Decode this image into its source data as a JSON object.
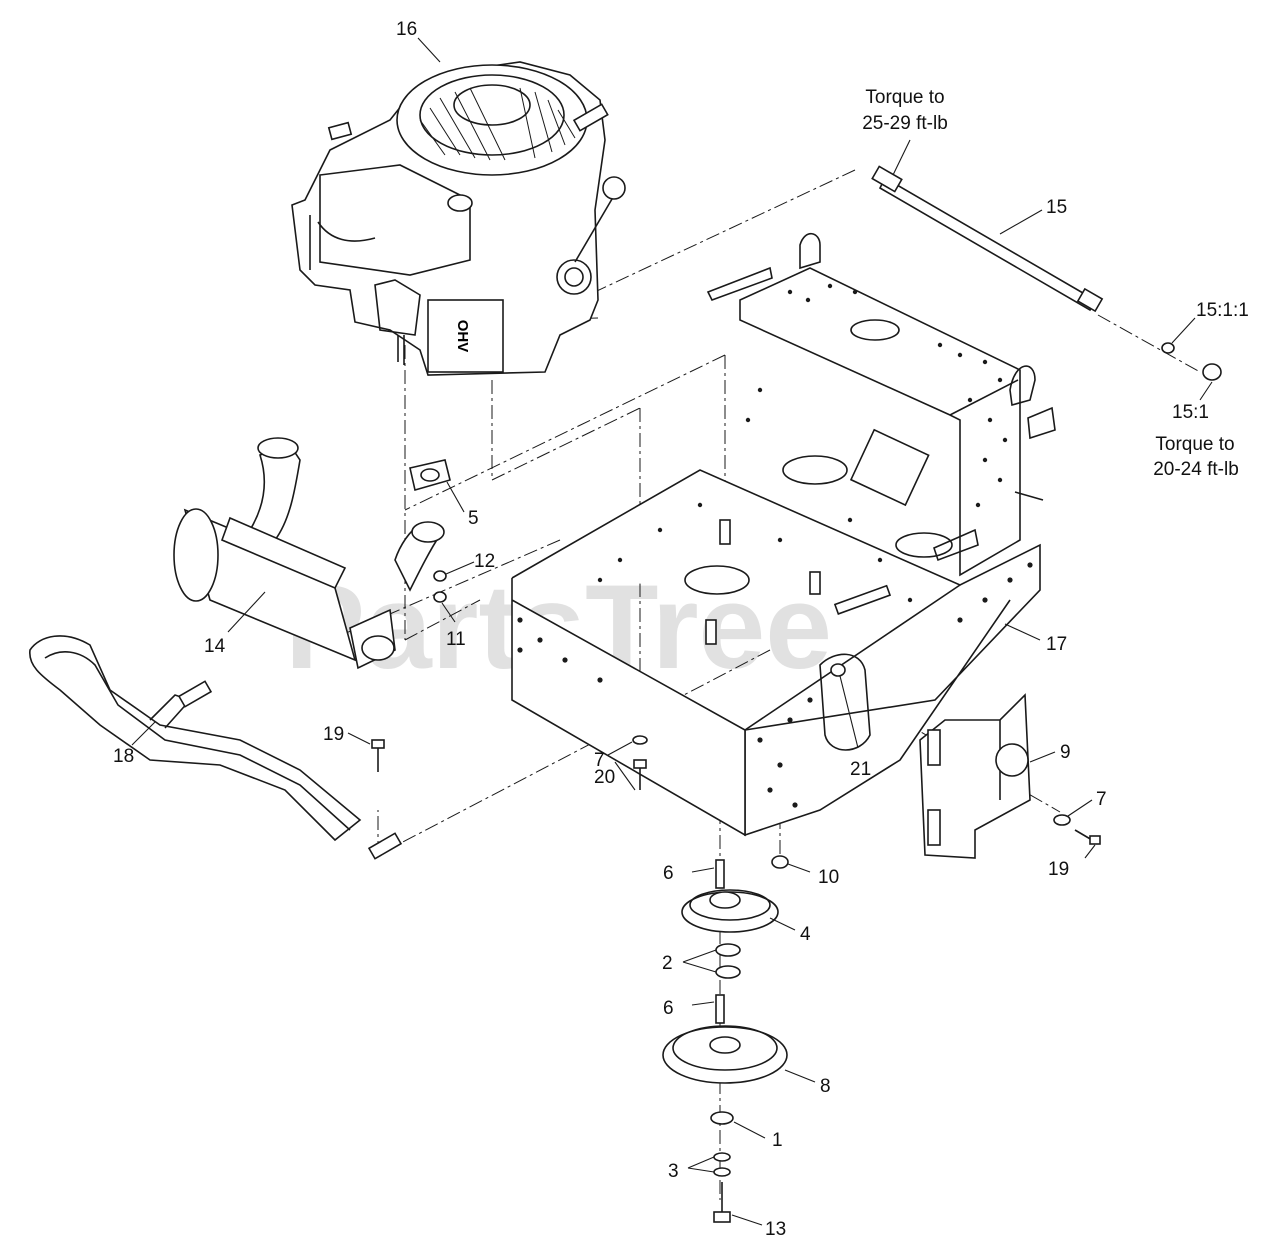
{
  "watermark": {
    "text": "PartsTree",
    "trademark": "™"
  },
  "callouts": [
    {
      "id": "16",
      "text": "16"
    },
    {
      "id": "15",
      "text": "15"
    },
    {
      "id": "15-1-1",
      "text": "15:1:1"
    },
    {
      "id": "15-1",
      "text": "15:1"
    },
    {
      "id": "5",
      "text": "5"
    },
    {
      "id": "12",
      "text": "12"
    },
    {
      "id": "11",
      "text": "11"
    },
    {
      "id": "14",
      "text": "14"
    },
    {
      "id": "17",
      "text": "17"
    },
    {
      "id": "19a",
      "text": "19"
    },
    {
      "id": "18",
      "text": "18"
    },
    {
      "id": "7a",
      "text": "7"
    },
    {
      "id": "20",
      "text": "20"
    },
    {
      "id": "21",
      "text": "21"
    },
    {
      "id": "9",
      "text": "9"
    },
    {
      "id": "7b",
      "text": "7"
    },
    {
      "id": "19b",
      "text": "19"
    },
    {
      "id": "6a",
      "text": "6"
    },
    {
      "id": "10",
      "text": "10"
    },
    {
      "id": "4",
      "text": "4"
    },
    {
      "id": "2",
      "text": "2"
    },
    {
      "id": "6b",
      "text": "6"
    },
    {
      "id": "8",
      "text": "8"
    },
    {
      "id": "1",
      "text": "1"
    },
    {
      "id": "3",
      "text": "3"
    },
    {
      "id": "13",
      "text": "13"
    }
  ],
  "notes": {
    "top_line1": "Torque to",
    "top_line2": "25-29 ft-lb",
    "right_line1": "Torque to",
    "right_line2": "20-24 ft-lb"
  },
  "engine_decal": {
    "text": "OHV"
  }
}
